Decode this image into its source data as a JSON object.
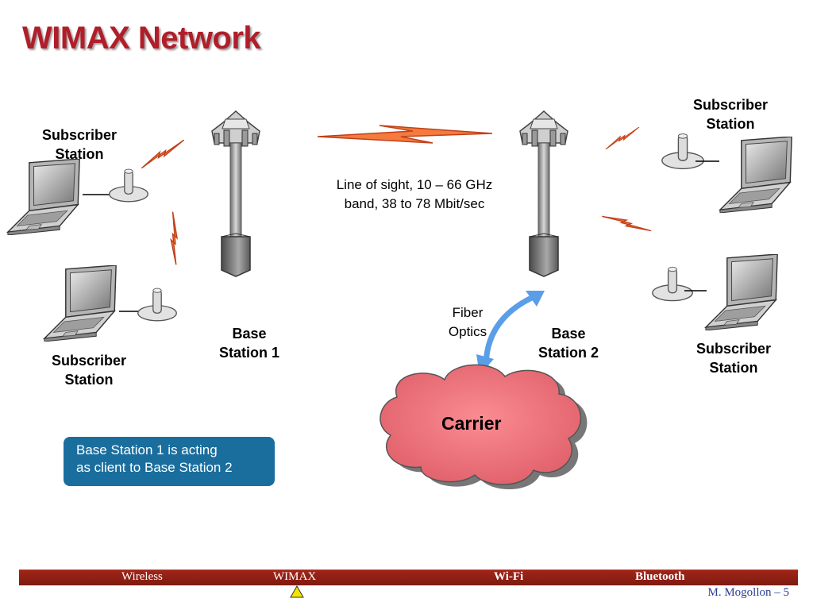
{
  "slide": {
    "title": "WIMAX Network",
    "labels": {
      "subscriber_top_left": "Subscriber\nStation",
      "subscriber_bottom_left": "Subscriber\nStation",
      "subscriber_top_right": "Subscriber\nStation",
      "subscriber_bottom_right": "Subscriber\nStation",
      "base_station_1": "Base\nStation 1",
      "base_station_2": "Base\nStation 2",
      "line_of_sight": "Line of sight, 10 – 66 GHz\nband, 38 to 78 Mbit/sec",
      "fiber_optics": "Fiber\nOptics",
      "carrier": "Carrier"
    },
    "note": "Base Station 1 is acting\nas client to Base Station 2"
  },
  "footer": {
    "nav": [
      "Wireless",
      "WIMAX",
      "Wi-Fi",
      "Bluetooth"
    ],
    "credit": "M. Mogollon – 5"
  },
  "colors": {
    "title": "#b01e2a",
    "note_bg": "#1a6e9e",
    "footer_bar": "#8e2014",
    "carrier_cloud": "#f07a80",
    "lightning": "#f47b3c",
    "fiber_arrow": "#5a9ee8"
  }
}
